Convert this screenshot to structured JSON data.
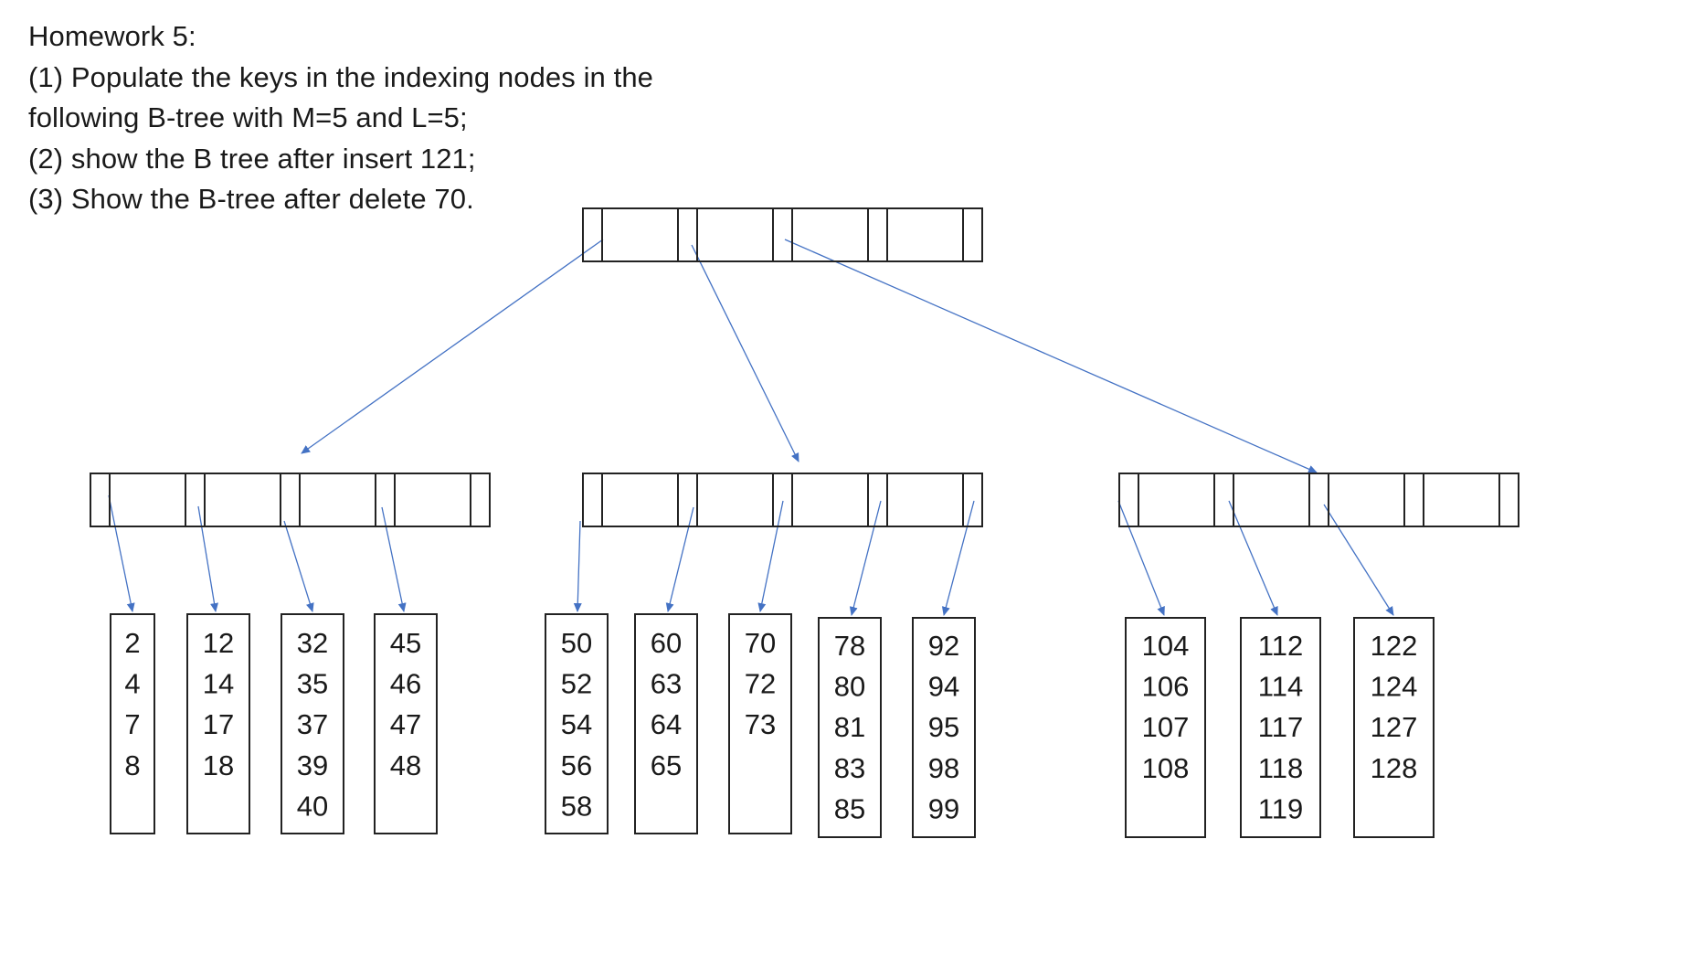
{
  "instructions": {
    "title": "Homework 5:",
    "lines": [
      "(1) Populate the keys in the indexing nodes in the",
      "following B-tree with M=5 and L=5;",
      "(2) show the B tree after insert 121;",
      "(3) Show the B-tree after delete 70."
    ]
  },
  "tree": {
    "line_color": "#4472C4",
    "root": {
      "name": "root-node",
      "keys": [
        "",
        "",
        "",
        ""
      ],
      "children": [
        "internal-left",
        "internal-middle",
        "internal-right"
      ]
    },
    "internal": [
      {
        "name": "internal-left",
        "keys": [
          "",
          "",
          "",
          ""
        ]
      },
      {
        "name": "internal-middle",
        "keys": [
          "",
          "",
          "",
          ""
        ]
      },
      {
        "name": "internal-right",
        "keys": [
          "",
          "",
          "",
          ""
        ]
      }
    ],
    "leaves": [
      {
        "parent": 0,
        "keys": [
          "2",
          "4",
          "7",
          "8"
        ]
      },
      {
        "parent": 0,
        "keys": [
          "12",
          "14",
          "17",
          "18"
        ]
      },
      {
        "parent": 0,
        "keys": [
          "32",
          "35",
          "37",
          "39",
          "40"
        ]
      },
      {
        "parent": 0,
        "keys": [
          "45",
          "46",
          "47",
          "48"
        ]
      },
      {
        "parent": 1,
        "keys": [
          "50",
          "52",
          "54",
          "56",
          "58"
        ]
      },
      {
        "parent": 1,
        "keys": [
          "60",
          "63",
          "64",
          "65"
        ]
      },
      {
        "parent": 1,
        "keys": [
          "70",
          "72",
          "73"
        ]
      },
      {
        "parent": 1,
        "keys": [
          "78",
          "80",
          "81",
          "83",
          "85"
        ]
      },
      {
        "parent": 1,
        "keys": [
          "92",
          "94",
          "95",
          "98",
          "99"
        ]
      },
      {
        "parent": 2,
        "keys": [
          "104",
          "106",
          "107",
          "108"
        ]
      },
      {
        "parent": 2,
        "keys": [
          "112",
          "114",
          "117",
          "118",
          "119"
        ]
      },
      {
        "parent": 2,
        "keys": [
          "122",
          "124",
          "127",
          "128"
        ]
      }
    ]
  }
}
